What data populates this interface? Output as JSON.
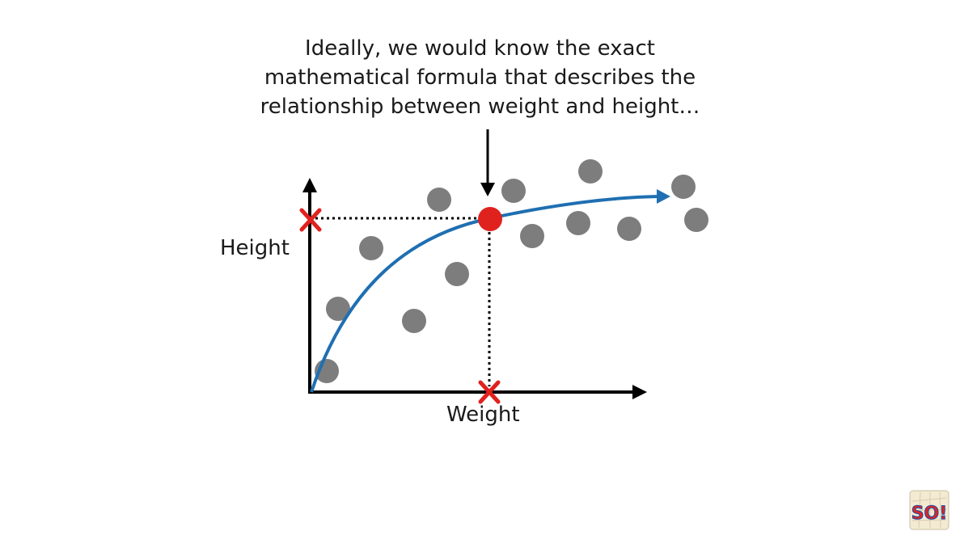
{
  "caption": {
    "line1": "Ideally, we would know the exact",
    "line2": "mathematical formula that describes the",
    "line3": "relationship between weight and height…"
  },
  "axes": {
    "y_label": "Height",
    "x_label": "Weight"
  },
  "colors": {
    "text": "#1a1a1a",
    "axis": "#000000",
    "data_point": "#7d7d7d",
    "curve": "#1f6fb2",
    "highlight": "#e0221f"
  },
  "icons": {
    "pointer_arrow": "down-arrow-icon",
    "x_marker": "cross-icon",
    "logo": "so-logo"
  },
  "logo_text": "SO!"
}
